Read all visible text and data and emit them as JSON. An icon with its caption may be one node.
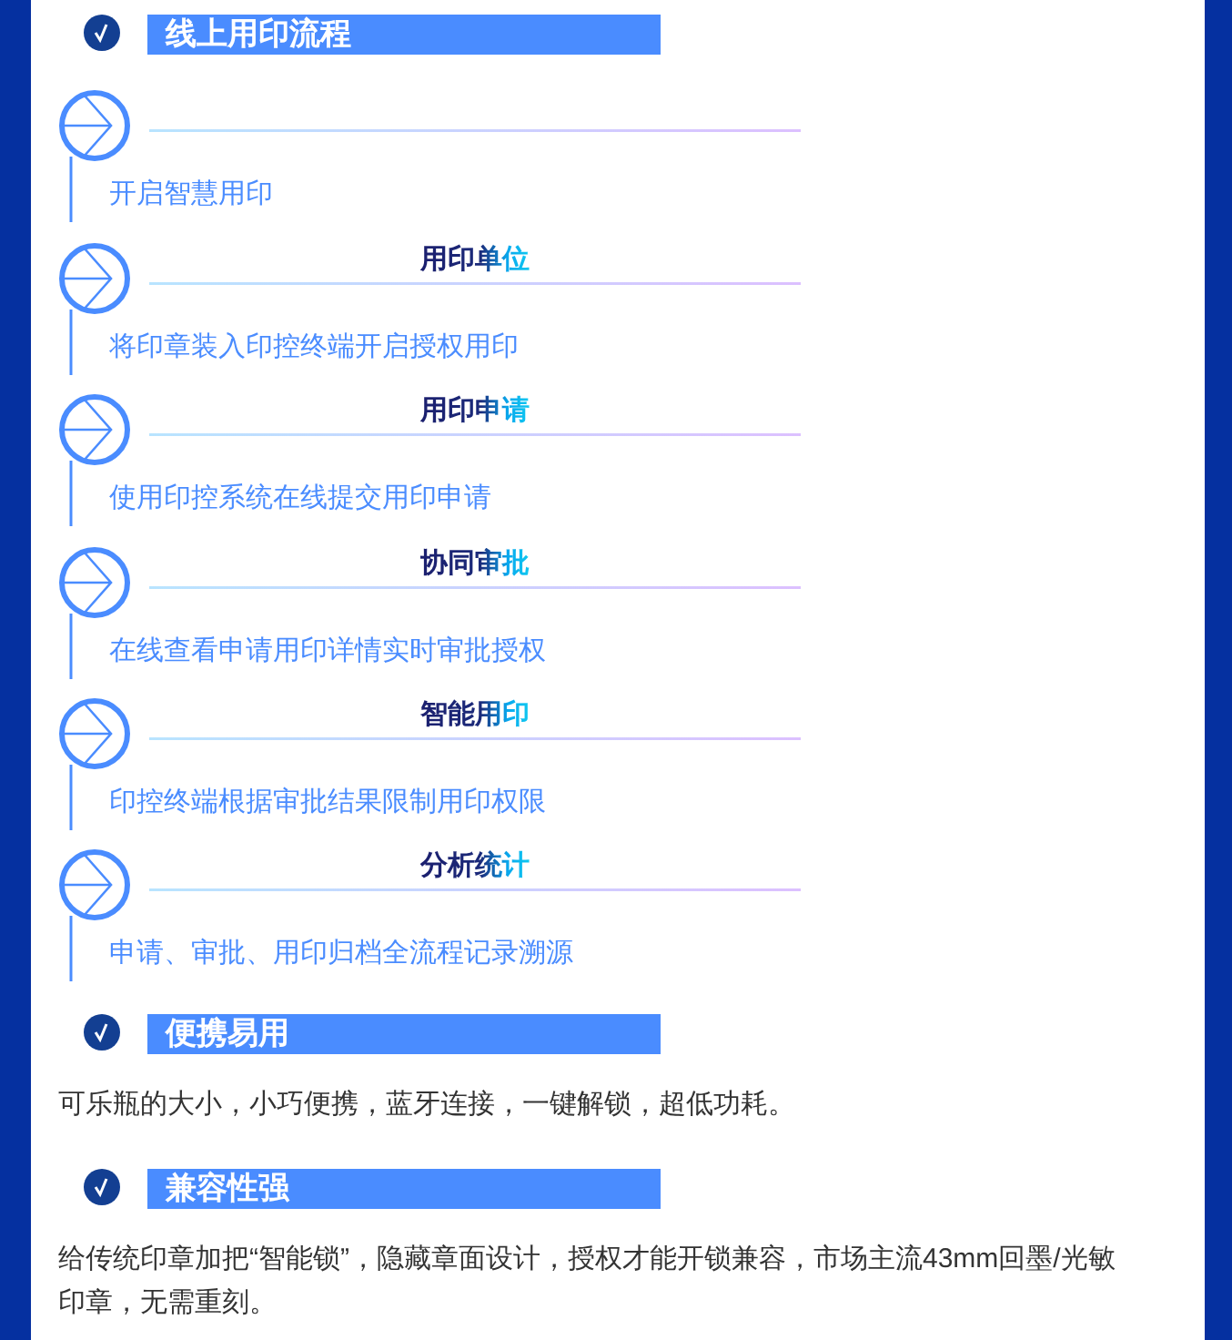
{
  "diagram": {
    "nodes": [
      {
        "text": [
          "线上用印流程"
        ]
      },
      {
        "text": [
          "便携易用"
        ]
      },
      {
        "text": [
          "兼容性强"
        ]
      }
    ],
    "labels": [
      "开启智慧用印",
      "用印单位",
      "将印章装入印控终端开启授权用印",
      "用印申请",
      "使用印控系统在线提交用印申请",
      "协同审批",
      "在线查看申请用印详情实时审批授权",
      "智能用印",
      "印控终端根据审批结果限制用印权限",
      "分析统计",
      "申请、审批、用印归档全流程记录溯源",
      "可乐瓶的大小，小巧便携，蓝牙连接，一键解锁，超低功耗。",
      "给传统印章加把“智能锁”，隐藏章面设计，授权才能开锁兼容，市场主流43mm回墨/光敏印章，无需重刻。"
    ]
  }
}
